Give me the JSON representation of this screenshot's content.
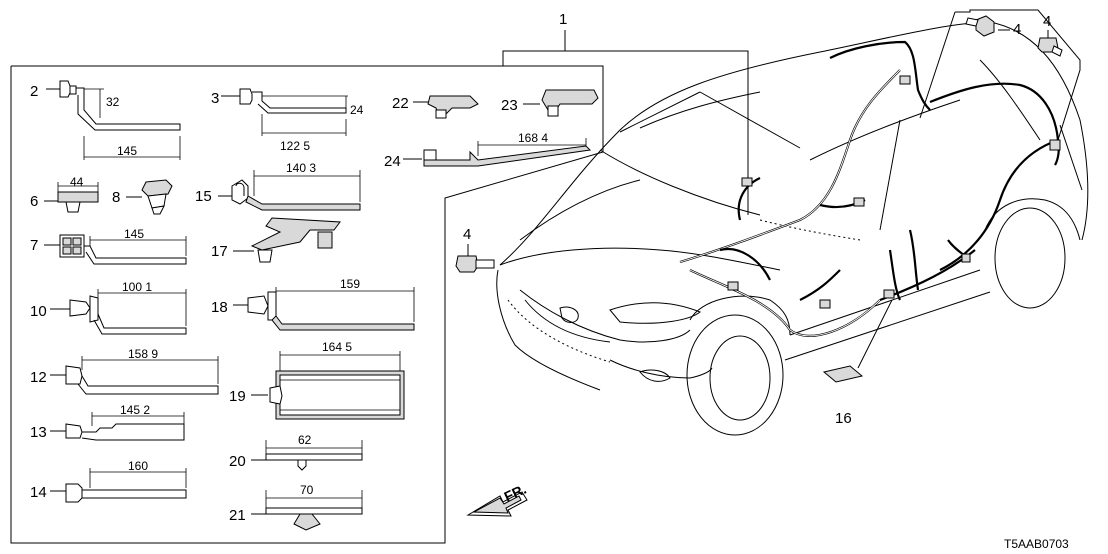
{
  "diagram": {
    "callouts": {
      "c1": "1",
      "c2": "2",
      "c3": "3",
      "c4a": "4",
      "c4b": "4",
      "c4c": "4",
      "c6": "6",
      "c7": "7",
      "c8": "8",
      "c10": "10",
      "c12": "12",
      "c13": "13",
      "c14": "14",
      "c15": "15",
      "c16": "16",
      "c17": "17",
      "c18": "18",
      "c19": "19",
      "c20": "20",
      "c21": "21",
      "c22": "22",
      "c23": "23",
      "c24": "24"
    },
    "dimensions": {
      "d32": "32",
      "d145a": "145",
      "d24": "24",
      "d1225": "122 5",
      "d1403": "140 3",
      "d1684": "168 4",
      "d44": "44",
      "d145b": "145",
      "d1001": "100 1",
      "d159": "159",
      "d1589": "158 9",
      "d1645": "164 5",
      "d1452": "145 2",
      "d62": "62",
      "d160": "160",
      "d70": "70"
    },
    "front_marker": "FR.",
    "diagram_code": "T5AAB0703"
  }
}
